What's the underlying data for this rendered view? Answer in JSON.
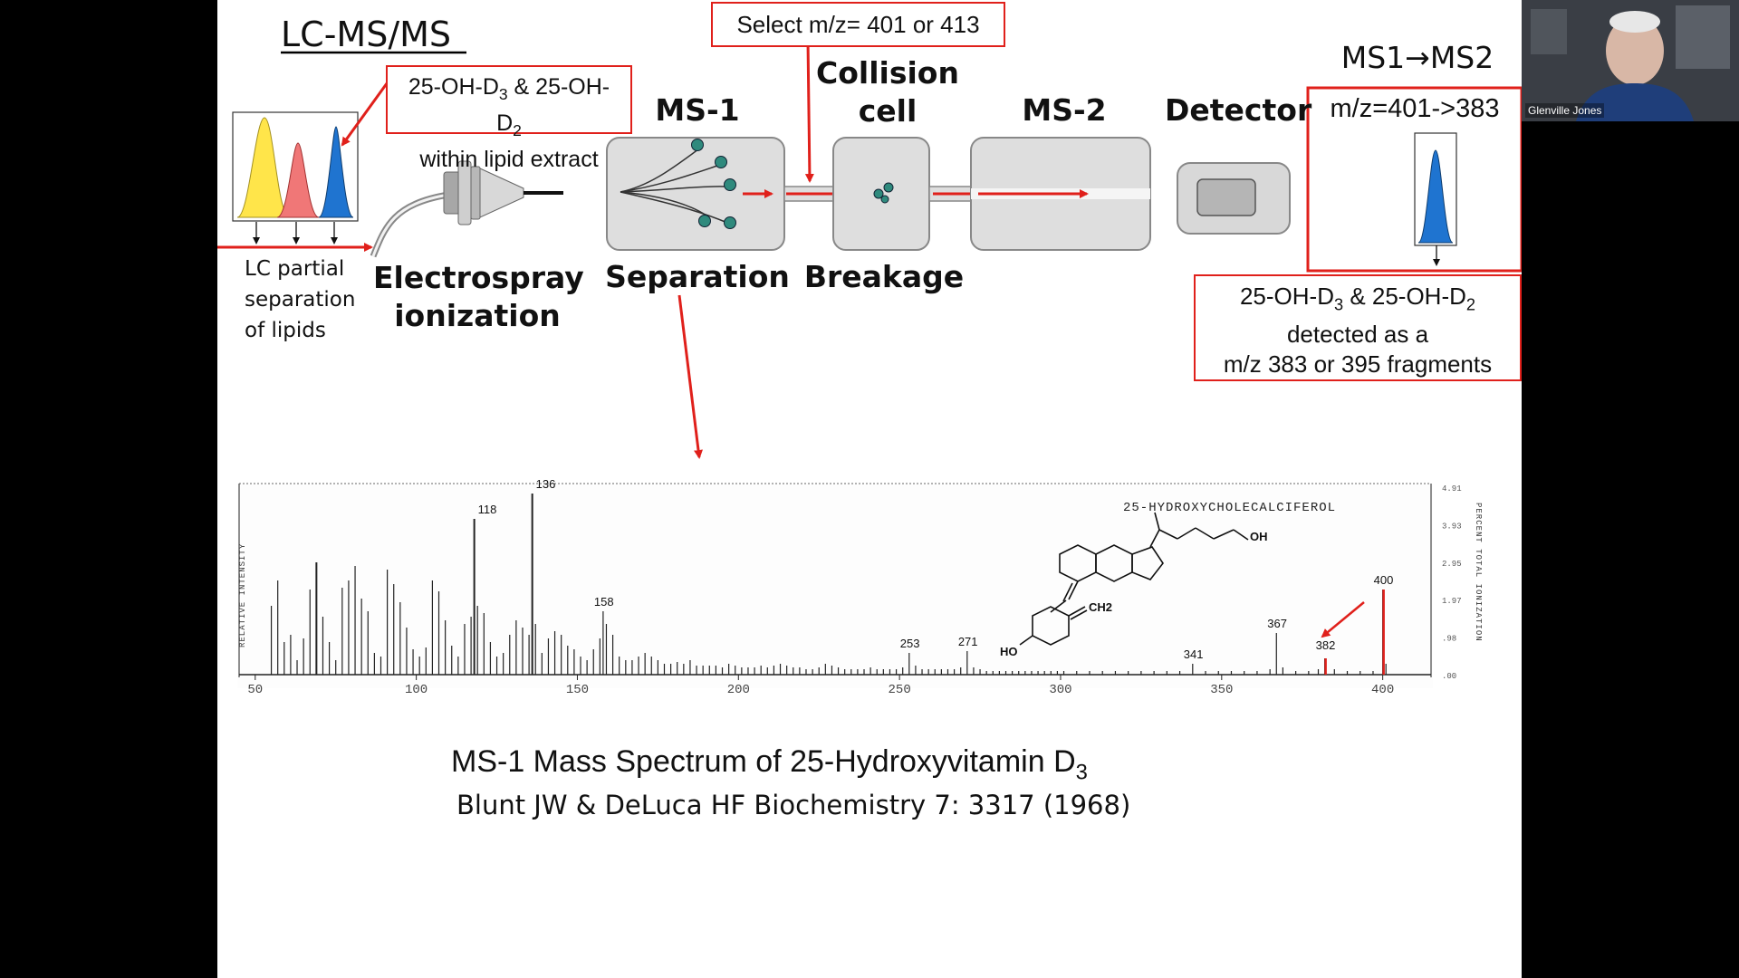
{
  "slide": {
    "title": "LC-MS/MS",
    "chromatogram_note": {
      "line1_prefix": "25-OH-D",
      "sub1": "3",
      "line1_mid": " & 25-OH-D",
      "sub2": "2",
      "line2": "within lipid extract"
    },
    "select_note": "Select m/z= 401 or 413",
    "stage_labels": {
      "collision": "Collision",
      "collision2": "cell",
      "ms1": "MS-1",
      "ms2": "MS-2",
      "detector": "Detector",
      "ms1ms2": "MS1→MS2"
    },
    "ms2_box_label": "m/z=401->383",
    "lc_label": [
      "LC partial",
      "separation",
      "of lipids"
    ],
    "process_labels": {
      "electrospray": "Electrospray",
      "ionization": "ionization",
      "separation": "Separation",
      "breakage": "Breakage"
    },
    "fragment_note": {
      "line1_prefix": "25-OH-D",
      "sub1": "3",
      "line1_mid": " & 25-OH-D",
      "sub2": "2",
      "line2": "detected as a",
      "line3": "m/z 383 or 395  fragments"
    },
    "caption": {
      "line1_prefix": "MS-1 Mass Spectrum of 25-Hydroxyvitamin D",
      "line1_sub": "3",
      "line2": "Blunt JW & DeLuca HF Biochemistry 7: 3317 (1968)"
    }
  },
  "spectrum": {
    "compound_name": "25-HYDROXYCHOLECALCIFEROL",
    "left_axis_label": "RELATIVE INTENSITY",
    "right_axis_label": "PERCENT TOTAL IONIZATION",
    "right_ticks": [
      "4.91",
      "3.93",
      "2.95",
      "1.97",
      ".98",
      ".00"
    ],
    "structure_labels": {
      "oh": "OH",
      "ch2": "CH2",
      "ho": "HO"
    }
  },
  "chart_data": {
    "type": "bar",
    "xlim": [
      45,
      415
    ],
    "ylim": [
      0,
      100
    ],
    "x_ticks": [
      50,
      100,
      150,
      200,
      250,
      300,
      350,
      400
    ],
    "labeled_peaks": [
      {
        "mz": 118,
        "label": "118",
        "intensity": 86
      },
      {
        "mz": 136,
        "label": "136",
        "intensity": 100
      },
      {
        "mz": 158,
        "label": "158",
        "intensity": 35
      },
      {
        "mz": 253,
        "label": "253",
        "intensity": 12
      },
      {
        "mz": 271,
        "label": "271",
        "intensity": 13
      },
      {
        "mz": 341,
        "label": "341",
        "intensity": 6
      },
      {
        "mz": 367,
        "label": "367",
        "intensity": 23
      },
      {
        "mz": 382,
        "label": "382",
        "intensity": 9
      },
      {
        "mz": 400,
        "label": "400",
        "intensity": 47
      }
    ],
    "peaks": [
      [
        55,
        38
      ],
      [
        57,
        52
      ],
      [
        59,
        18
      ],
      [
        61,
        22
      ],
      [
        63,
        8
      ],
      [
        65,
        20
      ],
      [
        67,
        47
      ],
      [
        69,
        62
      ],
      [
        71,
        32
      ],
      [
        73,
        18
      ],
      [
        75,
        8
      ],
      [
        77,
        48
      ],
      [
        79,
        52
      ],
      [
        81,
        60
      ],
      [
        83,
        42
      ],
      [
        85,
        35
      ],
      [
        87,
        12
      ],
      [
        89,
        10
      ],
      [
        91,
        58
      ],
      [
        93,
        50
      ],
      [
        95,
        40
      ],
      [
        97,
        26
      ],
      [
        99,
        14
      ],
      [
        101,
        10
      ],
      [
        103,
        15
      ],
      [
        105,
        52
      ],
      [
        107,
        46
      ],
      [
        109,
        30
      ],
      [
        111,
        16
      ],
      [
        113,
        10
      ],
      [
        115,
        28
      ],
      [
        117,
        32
      ],
      [
        118,
        86
      ],
      [
        119,
        38
      ],
      [
        121,
        34
      ],
      [
        123,
        18
      ],
      [
        125,
        10
      ],
      [
        127,
        12
      ],
      [
        129,
        22
      ],
      [
        131,
        30
      ],
      [
        133,
        26
      ],
      [
        135,
        22
      ],
      [
        136,
        100
      ],
      [
        137,
        28
      ],
      [
        139,
        12
      ],
      [
        141,
        20
      ],
      [
        143,
        24
      ],
      [
        145,
        22
      ],
      [
        147,
        16
      ],
      [
        149,
        14
      ],
      [
        151,
        10
      ],
      [
        153,
        8
      ],
      [
        155,
        14
      ],
      [
        157,
        20
      ],
      [
        158,
        35
      ],
      [
        159,
        28
      ],
      [
        161,
        22
      ],
      [
        163,
        10
      ],
      [
        165,
        8
      ],
      [
        167,
        8
      ],
      [
        169,
        10
      ],
      [
        171,
        12
      ],
      [
        173,
        10
      ],
      [
        175,
        8
      ],
      [
        177,
        6
      ],
      [
        179,
        6
      ],
      [
        181,
        7
      ],
      [
        183,
        6
      ],
      [
        185,
        8
      ],
      [
        187,
        5
      ],
      [
        189,
        5
      ],
      [
        191,
        5
      ],
      [
        193,
        5
      ],
      [
        195,
        4
      ],
      [
        197,
        6
      ],
      [
        199,
        5
      ],
      [
        201,
        4
      ],
      [
        203,
        4
      ],
      [
        205,
        4
      ],
      [
        207,
        5
      ],
      [
        209,
        4
      ],
      [
        211,
        5
      ],
      [
        213,
        6
      ],
      [
        215,
        5
      ],
      [
        217,
        4
      ],
      [
        219,
        4
      ],
      [
        221,
        3
      ],
      [
        223,
        3
      ],
      [
        225,
        4
      ],
      [
        227,
        6
      ],
      [
        229,
        5
      ],
      [
        231,
        4
      ],
      [
        233,
        3
      ],
      [
        235,
        3
      ],
      [
        237,
        3
      ],
      [
        239,
        3
      ],
      [
        241,
        4
      ],
      [
        243,
        3
      ],
      [
        245,
        3
      ],
      [
        247,
        3
      ],
      [
        249,
        3
      ],
      [
        251,
        4
      ],
      [
        253,
        12
      ],
      [
        255,
        5
      ],
      [
        257,
        3
      ],
      [
        259,
        3
      ],
      [
        261,
        3
      ],
      [
        263,
        3
      ],
      [
        265,
        3
      ],
      [
        267,
        3
      ],
      [
        269,
        4
      ],
      [
        271,
        13
      ],
      [
        273,
        4
      ],
      [
        275,
        3
      ],
      [
        277,
        2
      ],
      [
        279,
        2
      ],
      [
        281,
        2
      ],
      [
        283,
        2
      ],
      [
        285,
        2
      ],
      [
        287,
        2
      ],
      [
        289,
        2
      ],
      [
        291,
        2
      ],
      [
        293,
        2
      ],
      [
        295,
        2
      ],
      [
        297,
        2
      ],
      [
        299,
        2
      ],
      [
        301,
        2
      ],
      [
        305,
        2
      ],
      [
        309,
        2
      ],
      [
        313,
        2
      ],
      [
        317,
        2
      ],
      [
        321,
        2
      ],
      [
        325,
        2
      ],
      [
        329,
        2
      ],
      [
        333,
        2
      ],
      [
        337,
        2
      ],
      [
        341,
        6
      ],
      [
        345,
        2
      ],
      [
        349,
        2
      ],
      [
        353,
        2
      ],
      [
        357,
        2
      ],
      [
        361,
        2
      ],
      [
        365,
        3
      ],
      [
        367,
        23
      ],
      [
        369,
        4
      ],
      [
        373,
        2
      ],
      [
        377,
        2
      ],
      [
        380,
        3
      ],
      [
        382,
        9
      ],
      [
        385,
        3
      ],
      [
        389,
        2
      ],
      [
        393,
        2
      ],
      [
        397,
        2
      ],
      [
        400,
        47
      ],
      [
        401,
        6
      ]
    ]
  },
  "webcam": {
    "name": "Glenville Jones"
  },
  "colors": {
    "accent_red": "#e0201b",
    "teal_ion": "#2f8a7d",
    "chrom_yellow": "#ffe54a",
    "chrom_pink": "#f07777",
    "chrom_blue": "#1f74d0"
  }
}
